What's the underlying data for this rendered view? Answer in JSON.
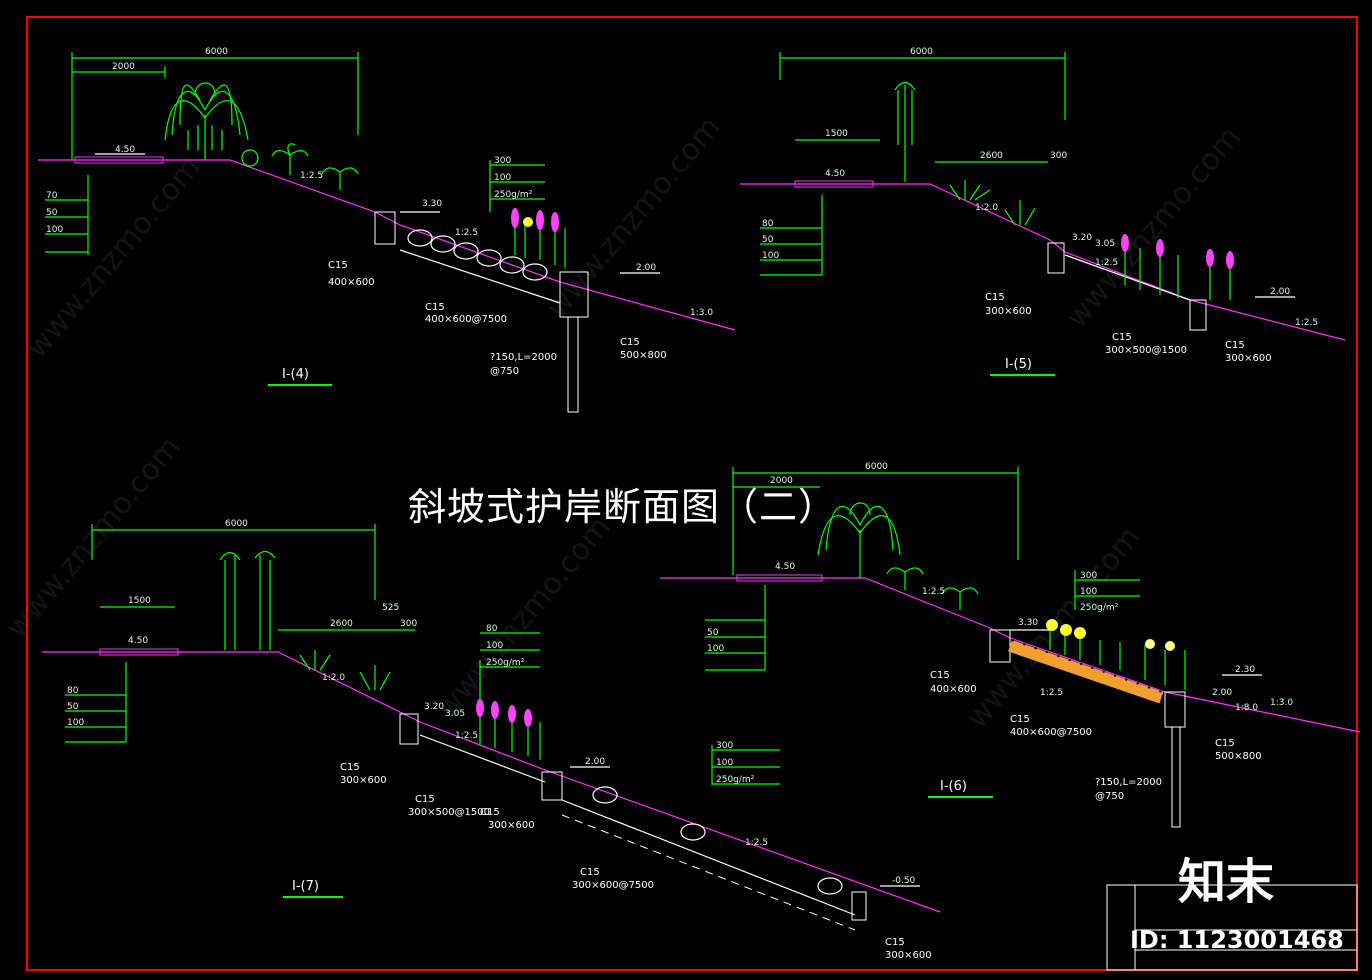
{
  "title": "斜坡式护岸断面图（二）",
  "sections": [
    {
      "id": "s4",
      "label": "I-(4)"
    },
    {
      "id": "s5",
      "label": "I-(5)"
    },
    {
      "id": "s6",
      "label": "I-(6)"
    },
    {
      "id": "s7",
      "label": "I-(7)"
    }
  ],
  "dims": {
    "d6000": "6000",
    "d2000": "2000",
    "d2600": "2600",
    "d1500": "1500",
    "d300": "300",
    "d400": "400",
    "d500": "500",
    "d600": "600",
    "d800": "800",
    "d525": "525"
  },
  "elevations": {
    "e450": "4.50",
    "e330": "3.30",
    "e320": "3.20",
    "e305": "3.05",
    "e230": "2.30",
    "e200": "2.00",
    "em050": "-0.50"
  },
  "slopes": {
    "s125": "1:2.5",
    "s120": "1:2.0",
    "s130": "1:3.0",
    "s180": "1:8.0"
  },
  "notes": {
    "c15_400x600": "400×600",
    "c15_300x600": "300×600",
    "c15_500x800": "500×800",
    "c15_300x500": "300×500@1500",
    "c15_400x600_7500": "400×600@7500",
    "c15_300x600_7500": "300×600@7500",
    "c15": "C15",
    "pile": "?150,L=2000",
    "pile2": "@750",
    "layer300": "300",
    "layer100": "100",
    "layer250": "250g/m²",
    "layer80": "80",
    "layer70": "70",
    "layer50": "50",
    "layer100b": "100"
  },
  "watermark": "www.znzmo.com",
  "logo": "知末",
  "id_text": "ID: 1123001468",
  "colors": {
    "line": "#00ff00",
    "ground": "#ff33ff",
    "text": "#ffffff",
    "frame": "#ff0000"
  }
}
